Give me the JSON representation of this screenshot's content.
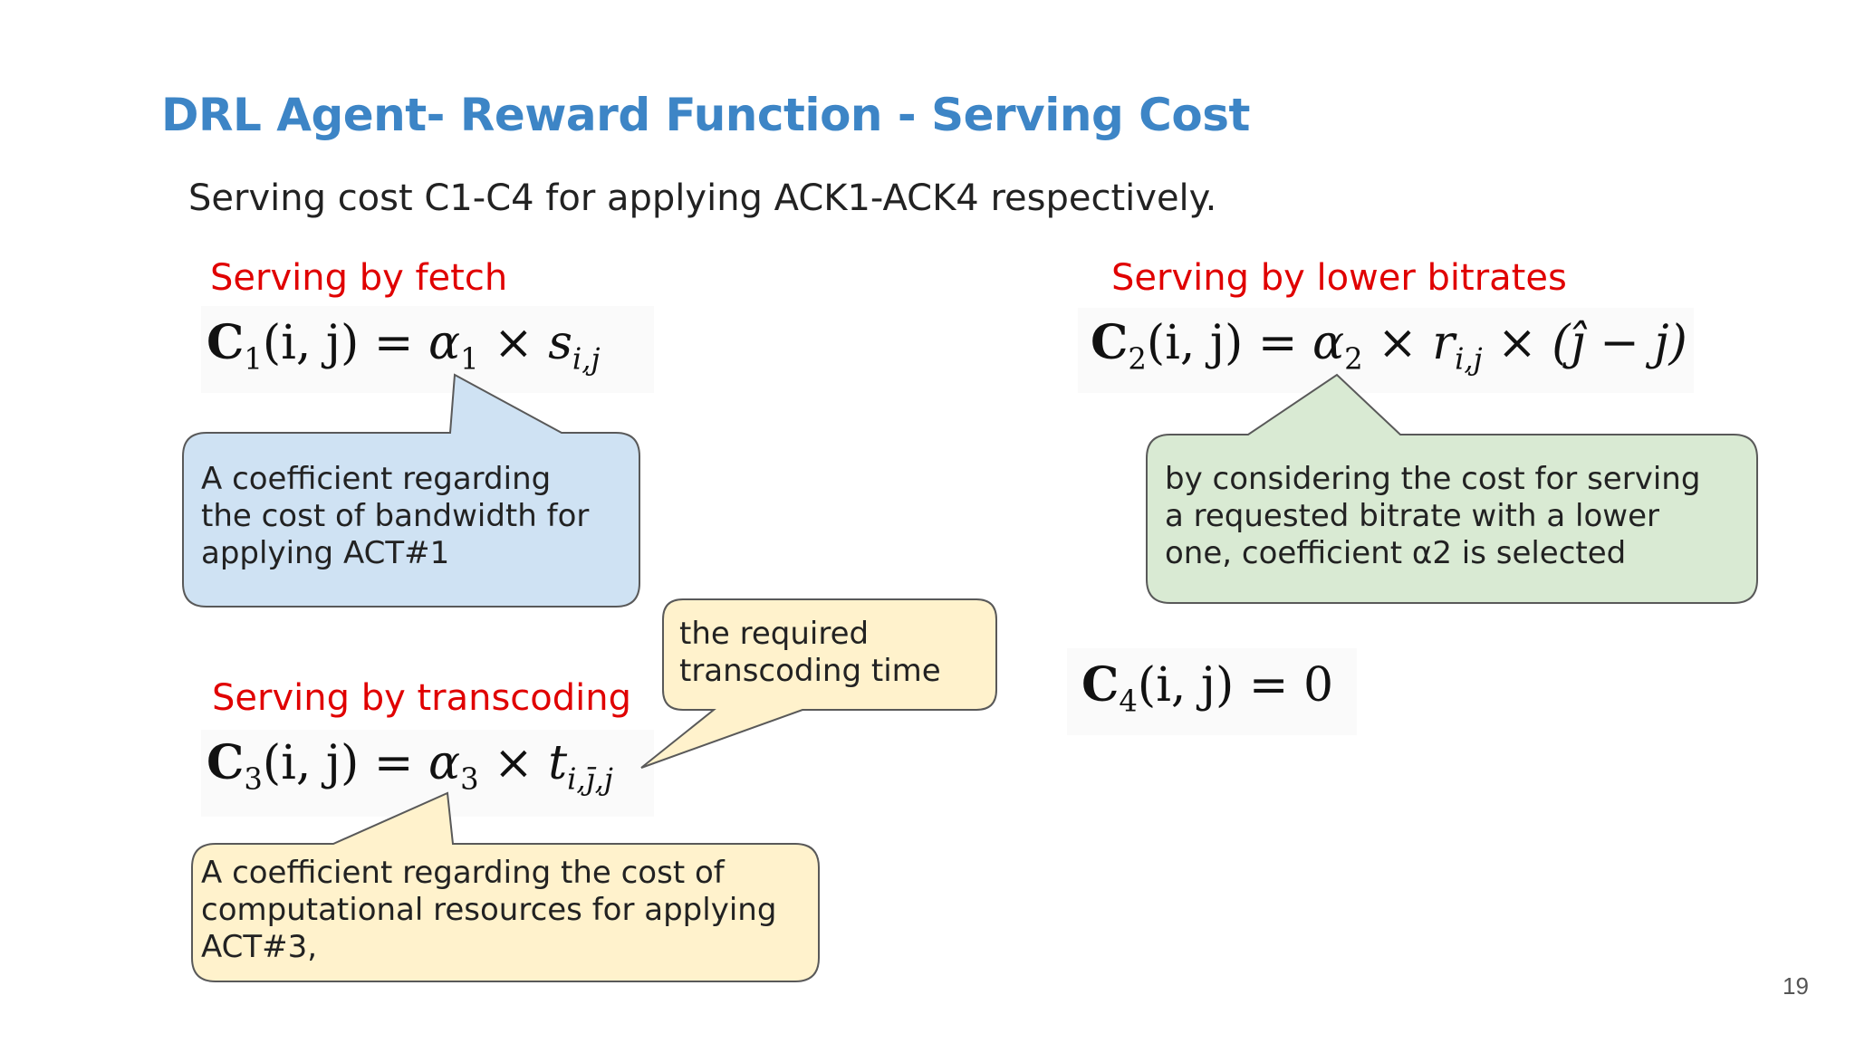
{
  "slide": {
    "title": "DRL Agent- Reward Function - Serving Cost",
    "subtitle": "Serving cost C1-C4 for applying ACK1-ACK4 respectively.",
    "page_number": "19"
  },
  "sections": {
    "fetch": {
      "heading": "Serving by fetch",
      "formula": {
        "lhs_symbol": "C",
        "lhs_index": "1",
        "args": "(i, j)",
        "eq": "=",
        "coef": "α",
        "coef_index": "1",
        "times": "×",
        "var": "s",
        "var_index": "i,j"
      },
      "note": "A  coefficient  regarding\nthe cost of bandwidth for\napplying ACT#1"
    },
    "lower_bitrates": {
      "heading": "Serving by lower bitrates",
      "formula": {
        "lhs_symbol": "C",
        "lhs_index": "2",
        "args": "(i, j)",
        "eq": "=",
        "coef": "α",
        "coef_index": "2",
        "times": "×",
        "var": "r",
        "var_index": "i,j",
        "times2": "×",
        "tail": "(ĵ − j)"
      },
      "note": "by  considering the  cost  for  serving\na  requested  bitrate  with a  lower\none, coefficient α2 is  selected"
    },
    "transcoding": {
      "heading": "Serving by transcoding",
      "formula": {
        "lhs_symbol": "C",
        "lhs_index": "3",
        "args": "(i, j)",
        "eq": "=",
        "coef": "α",
        "coef_index": "3",
        "times": "×",
        "var": "t",
        "var_index": "i,j̄,j"
      },
      "note_time": "the  required\ntranscoding time",
      "note_coef": "A coefficient  regarding  the cost of\ncomputational resources for applying\nACT#3,"
    },
    "c4": {
      "formula": {
        "lhs_symbol": "C",
        "lhs_index": "4",
        "args": "(i, j)",
        "eq": "=",
        "value": "0"
      }
    }
  },
  "colors": {
    "title": "#3d85c6",
    "heading": "#e00000",
    "blue_bubble_fill": "#cfe2f3",
    "green_bubble_fill": "#d9ead3",
    "yellow_bubble_fill": "#fff2cc",
    "bubble_stroke": "#595959"
  }
}
